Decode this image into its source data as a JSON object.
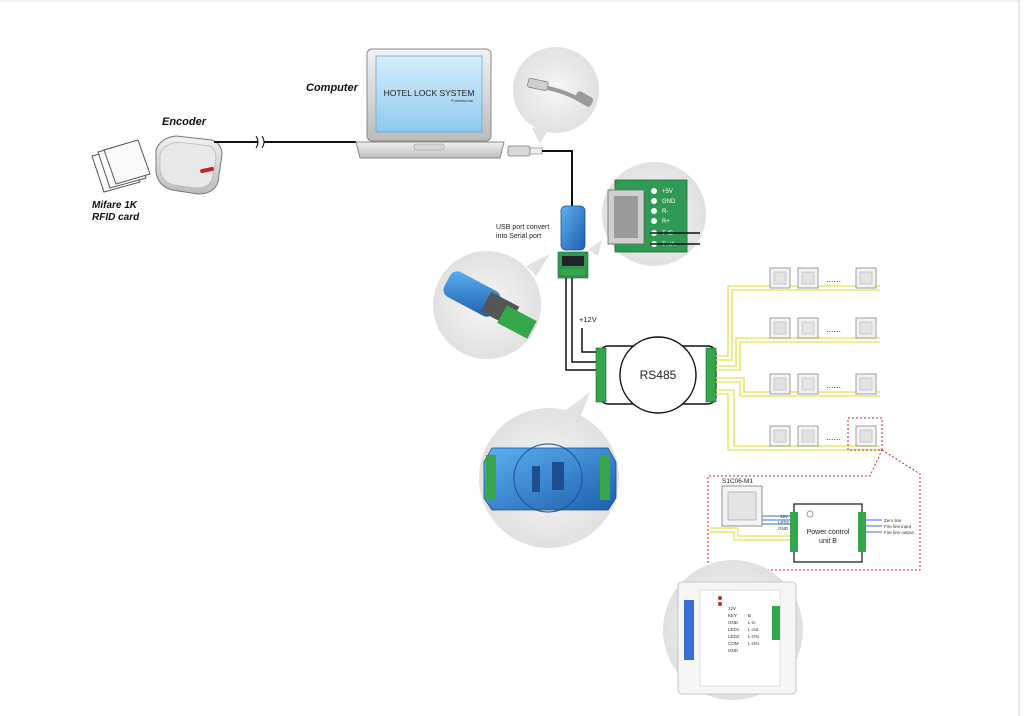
{
  "labels": {
    "computer": "Computer",
    "encoder": "Encoder",
    "card_line1": "Mifare 1K",
    "card_line2": "RFID card",
    "laptop_screen_title": "HOTEL LOCK SYSTEM",
    "laptop_screen_sub": "Professional",
    "usb_convert_line1": "USB port convert",
    "usb_convert_line2": "into Serial port",
    "rs485": "RS485",
    "plus12v": "+12V",
    "switch_model": "S1C06-M1",
    "power_unit_line1": "Power control",
    "power_unit_line2": "unit B",
    "dots": "......"
  },
  "serial_pins": [
    "+5V",
    "GND",
    "R-",
    "R+",
    "T-/B",
    "T+/A"
  ],
  "power_inputs": [
    "12V",
    "LED1",
    "GND"
  ],
  "power_outputs": [
    "Zero line",
    "Fire line input",
    "Fire line output"
  ],
  "power_outputs_short": [
    "",
    "+",
    "-"
  ],
  "module_pins": [
    "12V",
    "KEY",
    "GND",
    "LED1",
    "LED2",
    "COM",
    "GND"
  ],
  "module_pins_right": [
    "",
    "B",
    "L-in",
    "L-out",
    "L-ON",
    "L-ON",
    ""
  ],
  "colors": {
    "wire_yellow": "#e6e86a",
    "wire_black": "#111111",
    "wire_gray": "#888888",
    "pcb_green": "#2f9a55",
    "terminal_green": "#35a64a",
    "adapter_blue": "#2a7fd0",
    "dashed_red": "#d22222",
    "bubble_gray": "#e9e9e9"
  }
}
